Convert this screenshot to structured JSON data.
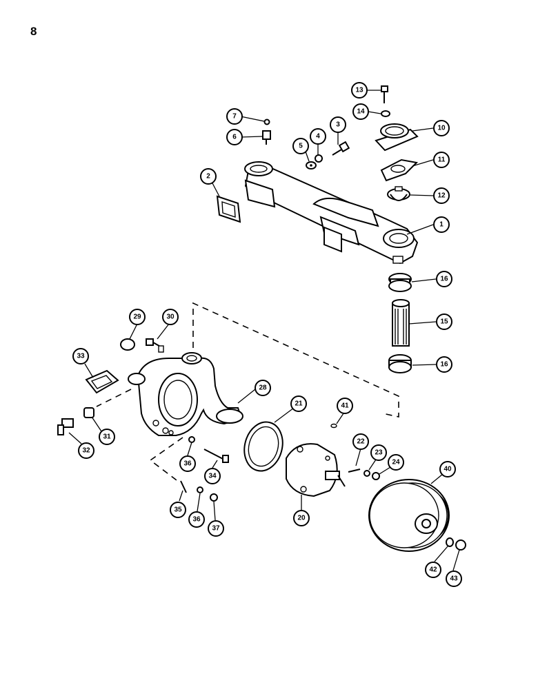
{
  "page": {
    "number": "8"
  },
  "callouts": [
    {
      "id": "c1",
      "label": "1"
    },
    {
      "id": "c2",
      "label": "2"
    },
    {
      "id": "c3",
      "label": "3"
    },
    {
      "id": "c4",
      "label": "4"
    },
    {
      "id": "c5",
      "label": "5"
    },
    {
      "id": "c6",
      "label": "6"
    },
    {
      "id": "c7",
      "label": "7"
    },
    {
      "id": "c10",
      "label": "10"
    },
    {
      "id": "c11",
      "label": "11"
    },
    {
      "id": "c12",
      "label": "12"
    },
    {
      "id": "c13",
      "label": "13"
    },
    {
      "id": "c14",
      "label": "14"
    },
    {
      "id": "c15",
      "label": "15"
    },
    {
      "id": "c16a",
      "label": "16"
    },
    {
      "id": "c16b",
      "label": "16"
    },
    {
      "id": "c20",
      "label": "20"
    },
    {
      "id": "c21",
      "label": "21"
    },
    {
      "id": "c22",
      "label": "22"
    },
    {
      "id": "c23",
      "label": "23"
    },
    {
      "id": "c24",
      "label": "24"
    },
    {
      "id": "c28",
      "label": "28"
    },
    {
      "id": "c29",
      "label": "29"
    },
    {
      "id": "c30",
      "label": "30"
    },
    {
      "id": "c31",
      "label": "31"
    },
    {
      "id": "c32",
      "label": "32"
    },
    {
      "id": "c33",
      "label": "33"
    },
    {
      "id": "c34",
      "label": "34"
    },
    {
      "id": "c35",
      "label": "35"
    },
    {
      "id": "c36a",
      "label": "36"
    },
    {
      "id": "c36b",
      "label": "36"
    },
    {
      "id": "c37",
      "label": "37"
    },
    {
      "id": "c40",
      "label": "40"
    },
    {
      "id": "c41",
      "label": "41"
    },
    {
      "id": "c42",
      "label": "42"
    },
    {
      "id": "c43",
      "label": "43"
    }
  ]
}
